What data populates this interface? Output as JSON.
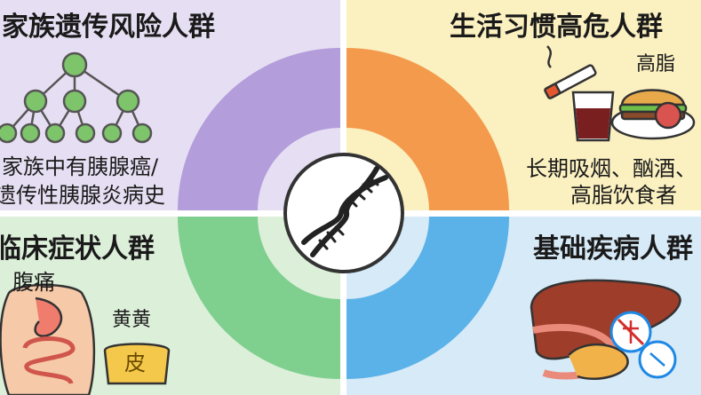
{
  "quadrants": {
    "family": {
      "title": "家族遗传风险人群",
      "caption_line1": "家族中有胰腺癌/",
      "caption_line2": "遗传性胰腺炎病史"
    },
    "lifestyle": {
      "title": "生活习惯高危人群",
      "label_high_fat": "高脂",
      "caption_line1": "长期吸烟、酗酒、",
      "caption_line2": "高脂饮食者"
    },
    "clinical": {
      "title": "临床症状人群",
      "label_abdominal_pain": "腹痛",
      "label_jaundice": "黄黄",
      "label_skin": "皮"
    },
    "disease": {
      "title": "基础疾病人群"
    }
  },
  "colors": {
    "family_bg": "#e6def2",
    "family_arc": "#b39ddb",
    "lifestyle_bg": "#fbf0c0",
    "lifestyle_arc": "#f39a4c",
    "clinical_bg": "#dcefd9",
    "clinical_arc": "#7fcf8f",
    "disease_bg": "#d7eaf7",
    "disease_arc": "#5ab2e8",
    "tree_node": "#7ec46b"
  },
  "icons": {
    "center": "dna-icon",
    "family": "family-tree-icon",
    "lifestyle": [
      "cigarette-icon",
      "drink-icon",
      "burger-icon"
    ],
    "clinical": [
      "digestive-system-icon",
      "jaundice-skin-icon"
    ],
    "disease": [
      "liver-icon",
      "pancreas-icon",
      "no-food-icon"
    ]
  }
}
